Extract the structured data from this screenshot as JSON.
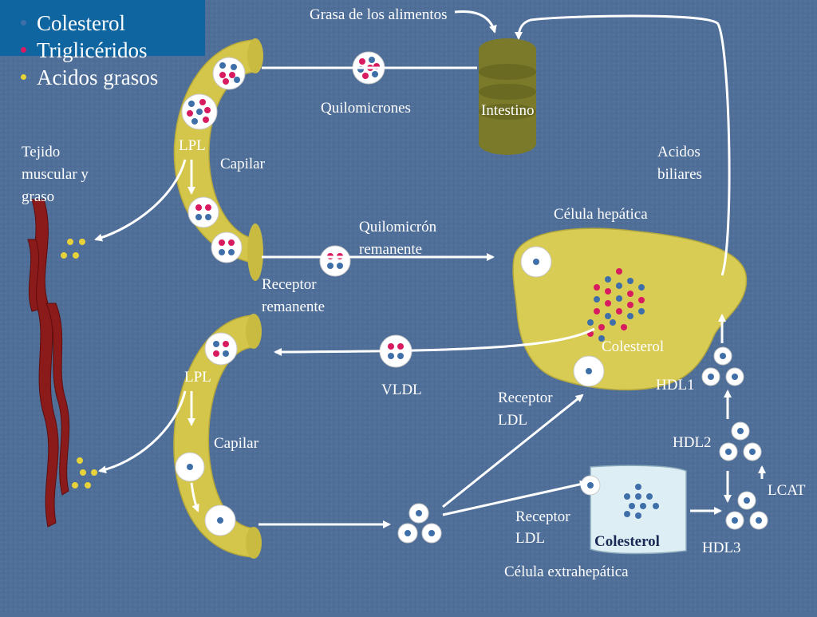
{
  "legend": {
    "items": [
      {
        "label": "Colesterol",
        "color": "#3f6fa8"
      },
      {
        "label": "Triglicéridos",
        "color": "#d81b60"
      },
      {
        "label": "Acidos grasos",
        "color": "#e8d23a"
      }
    ]
  },
  "labels": {
    "grasa_alimentos": "Grasa de los alimentos",
    "quilomicrones": "Quilomicrones",
    "intestino": "Intestino",
    "lpl_top": "LPL",
    "capilar_top": "Capilar",
    "tejido_line1": "Tejido",
    "tejido_line2": "muscular y",
    "tejido_line3": "graso",
    "acidos_biliares_line1": "Acidos",
    "acidos_biliares_line2": "biliares",
    "celula_hepatica": "Célula hepática",
    "quilomicron_remanente_line1": "Quilomicrón",
    "quilomicron_remanente_line2": "remanente",
    "receptor_remanente_line1": "Receptor",
    "receptor_remanente_line2": "remanente",
    "colesterol_hepatic": "Colesterol",
    "lpl_bottom": "LPL",
    "vldl": "VLDL",
    "receptor_ldl_top_line1": "Receptor",
    "receptor_ldl_top_line2": "LDL",
    "hdl1": "HDL1",
    "capilar_bottom": "Capilar",
    "hdl2": "HDL2",
    "lcat": "LCAT",
    "receptor_ldl_bottom_line1": "Receptor",
    "receptor_ldl_bottom_line2": "LDL",
    "colesterol_extra": "Colesterol",
    "hdl3": "HDL3",
    "celula_extrahepatica": "Célula extrahepática"
  },
  "colors": {
    "background": "#4f6f99",
    "capillary": "#d4c64a",
    "intestine": "#7a7a2a",
    "liver": "#d8cc55",
    "muscle": "#8b1a1a",
    "extra_cell": "#ddeef4",
    "arrow": "#ffffff"
  }
}
